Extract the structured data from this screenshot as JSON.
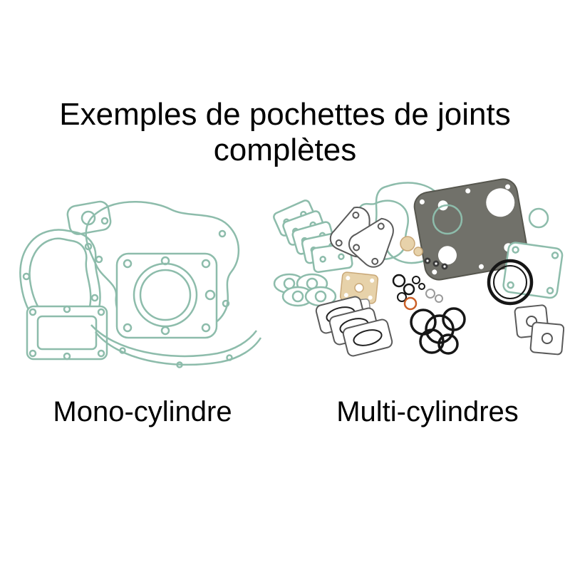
{
  "title": {
    "lines": [
      "Exemples de pochettes de joints",
      "complètes"
    ]
  },
  "labels": {
    "mono": "Mono-cylindre",
    "multi": "Multi-cylindres"
  },
  "colors": {
    "background": "#ffffff",
    "text": "#000000",
    "teal": "#8dbcab",
    "dark_gasket": "#71716a",
    "beige": "#e7d2aa",
    "black_ring": "#161616",
    "orange": "#cb5f27",
    "gray_outline": "#8a8a8a"
  }
}
